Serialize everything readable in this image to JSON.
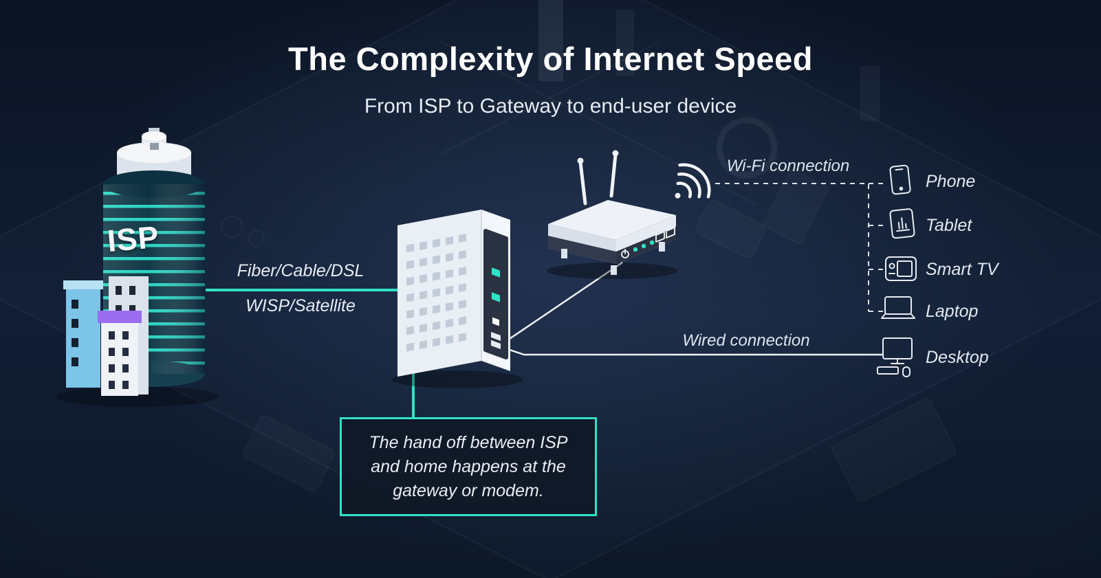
{
  "header": {
    "title": "The Complexity of Internet Speed",
    "subtitle": "From ISP to Gateway to end-user device"
  },
  "isp": {
    "building_label": "ISP",
    "link_label_top": "Fiber/Cable/DSL",
    "link_label_bottom": "WISP/Satellite"
  },
  "connections": {
    "wifi_label": "Wi-Fi connection",
    "wired_label": "Wired connection"
  },
  "callout": {
    "text": "The hand off between ISP and home happens at the gateway or modem."
  },
  "devices": [
    {
      "icon": "phone-icon",
      "label": "Phone"
    },
    {
      "icon": "tablet-icon",
      "label": "Tablet"
    },
    {
      "icon": "smart-tv-icon",
      "label": "Smart TV"
    },
    {
      "icon": "laptop-icon",
      "label": "Laptop"
    },
    {
      "icon": "desktop-icon",
      "label": "Desktop"
    }
  ],
  "icons": {
    "wifi_signal": "wifi-signal-icon"
  },
  "colors": {
    "background": "#0f1a2c",
    "accent_teal": "#2fe3c6",
    "text_primary": "#ffffff",
    "text_secondary": "#e6ebf3",
    "isp_tower_dark": "#123a49",
    "building_purple": "#9a6df0",
    "building_blue": "#7cc4e8"
  }
}
